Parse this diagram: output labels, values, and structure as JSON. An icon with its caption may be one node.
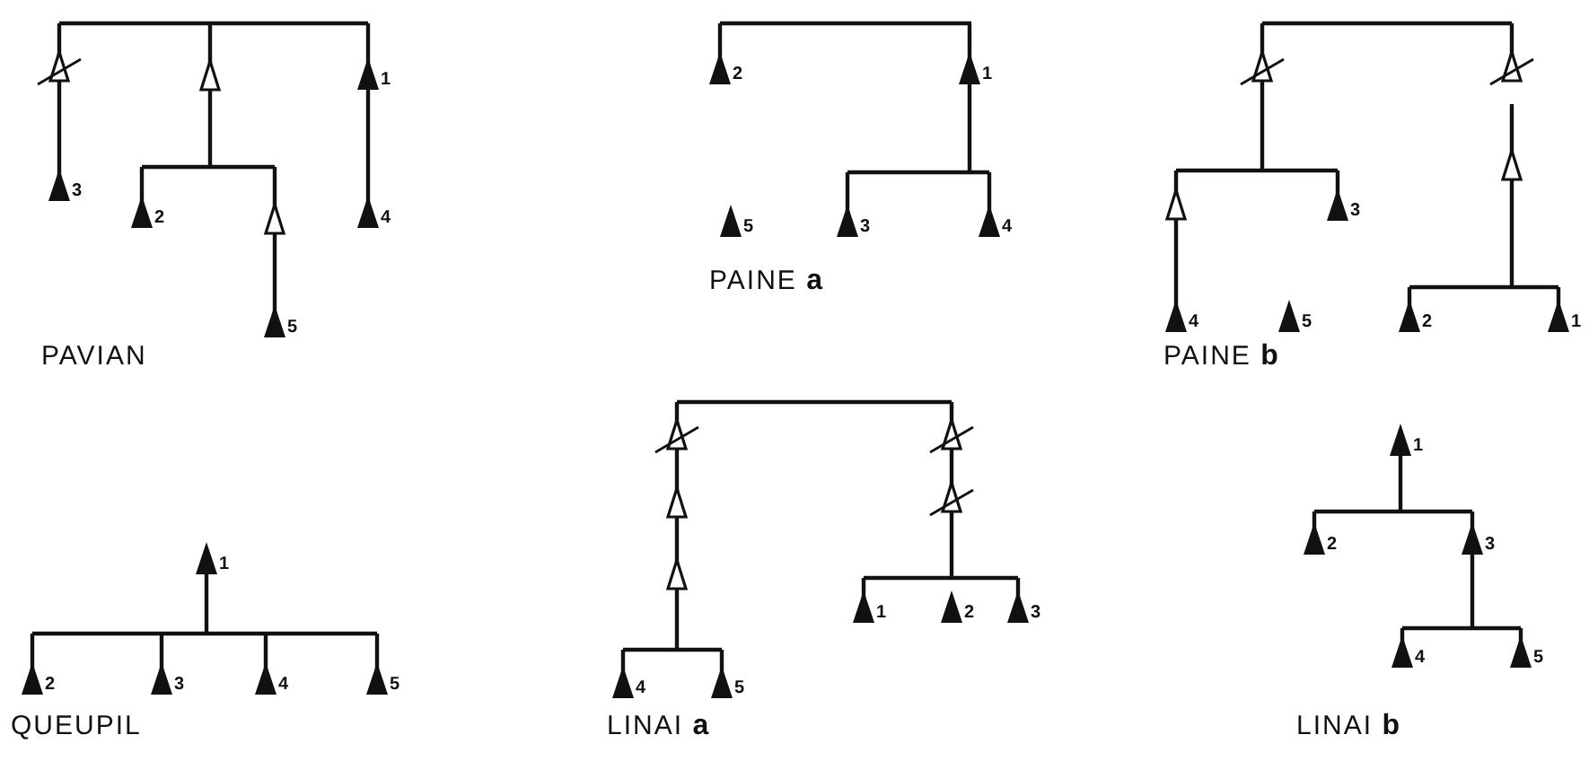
{
  "diagram": {
    "labels": [
      "1",
      "3",
      "2",
      "4",
      "5",
      "PAVIAN",
      "2",
      "1",
      "5",
      "3",
      "4",
      "PAINE **a**",
      "3",
      "4",
      "5",
      "2",
      "1",
      "PAINE **b**",
      "1",
      "2",
      "3",
      "4",
      "5",
      "QUEUPIL",
      "1",
      "2",
      "3",
      "4",
      "5",
      "LINAI **a**",
      "1",
      "2",
      "3",
      "4",
      "5",
      "LINAI **b**"
    ]
  }
}
